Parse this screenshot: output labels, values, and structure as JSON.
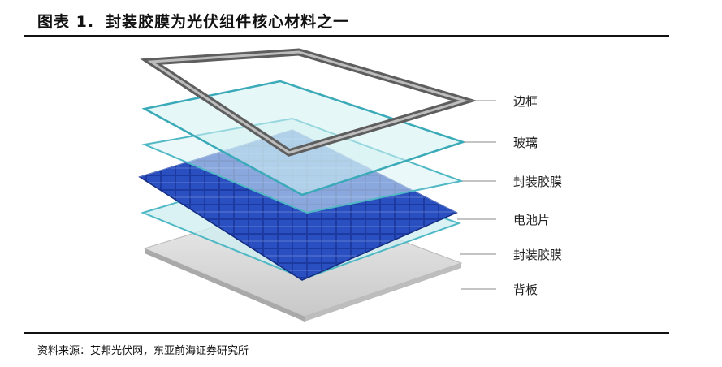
{
  "figure": {
    "number": "图表 1.",
    "title": "封装胶膜为光伏组件核心材料之一"
  },
  "layers": [
    {
      "label": "边框"
    },
    {
      "label": "玻璃"
    },
    {
      "label": "封装胶膜"
    },
    {
      "label": "电池片"
    },
    {
      "label": "封装胶膜"
    },
    {
      "label": "背板"
    }
  ],
  "source": "资料来源：艾邦光伏网，东亚前海证券研究所",
  "colors": {
    "frame": "#6e6e6e",
    "glass_edge": "#4fb8c4",
    "glass_fill": "#d6f1f3",
    "cell": "#1f3ea8",
    "backsheet": "#dcdcdc"
  }
}
